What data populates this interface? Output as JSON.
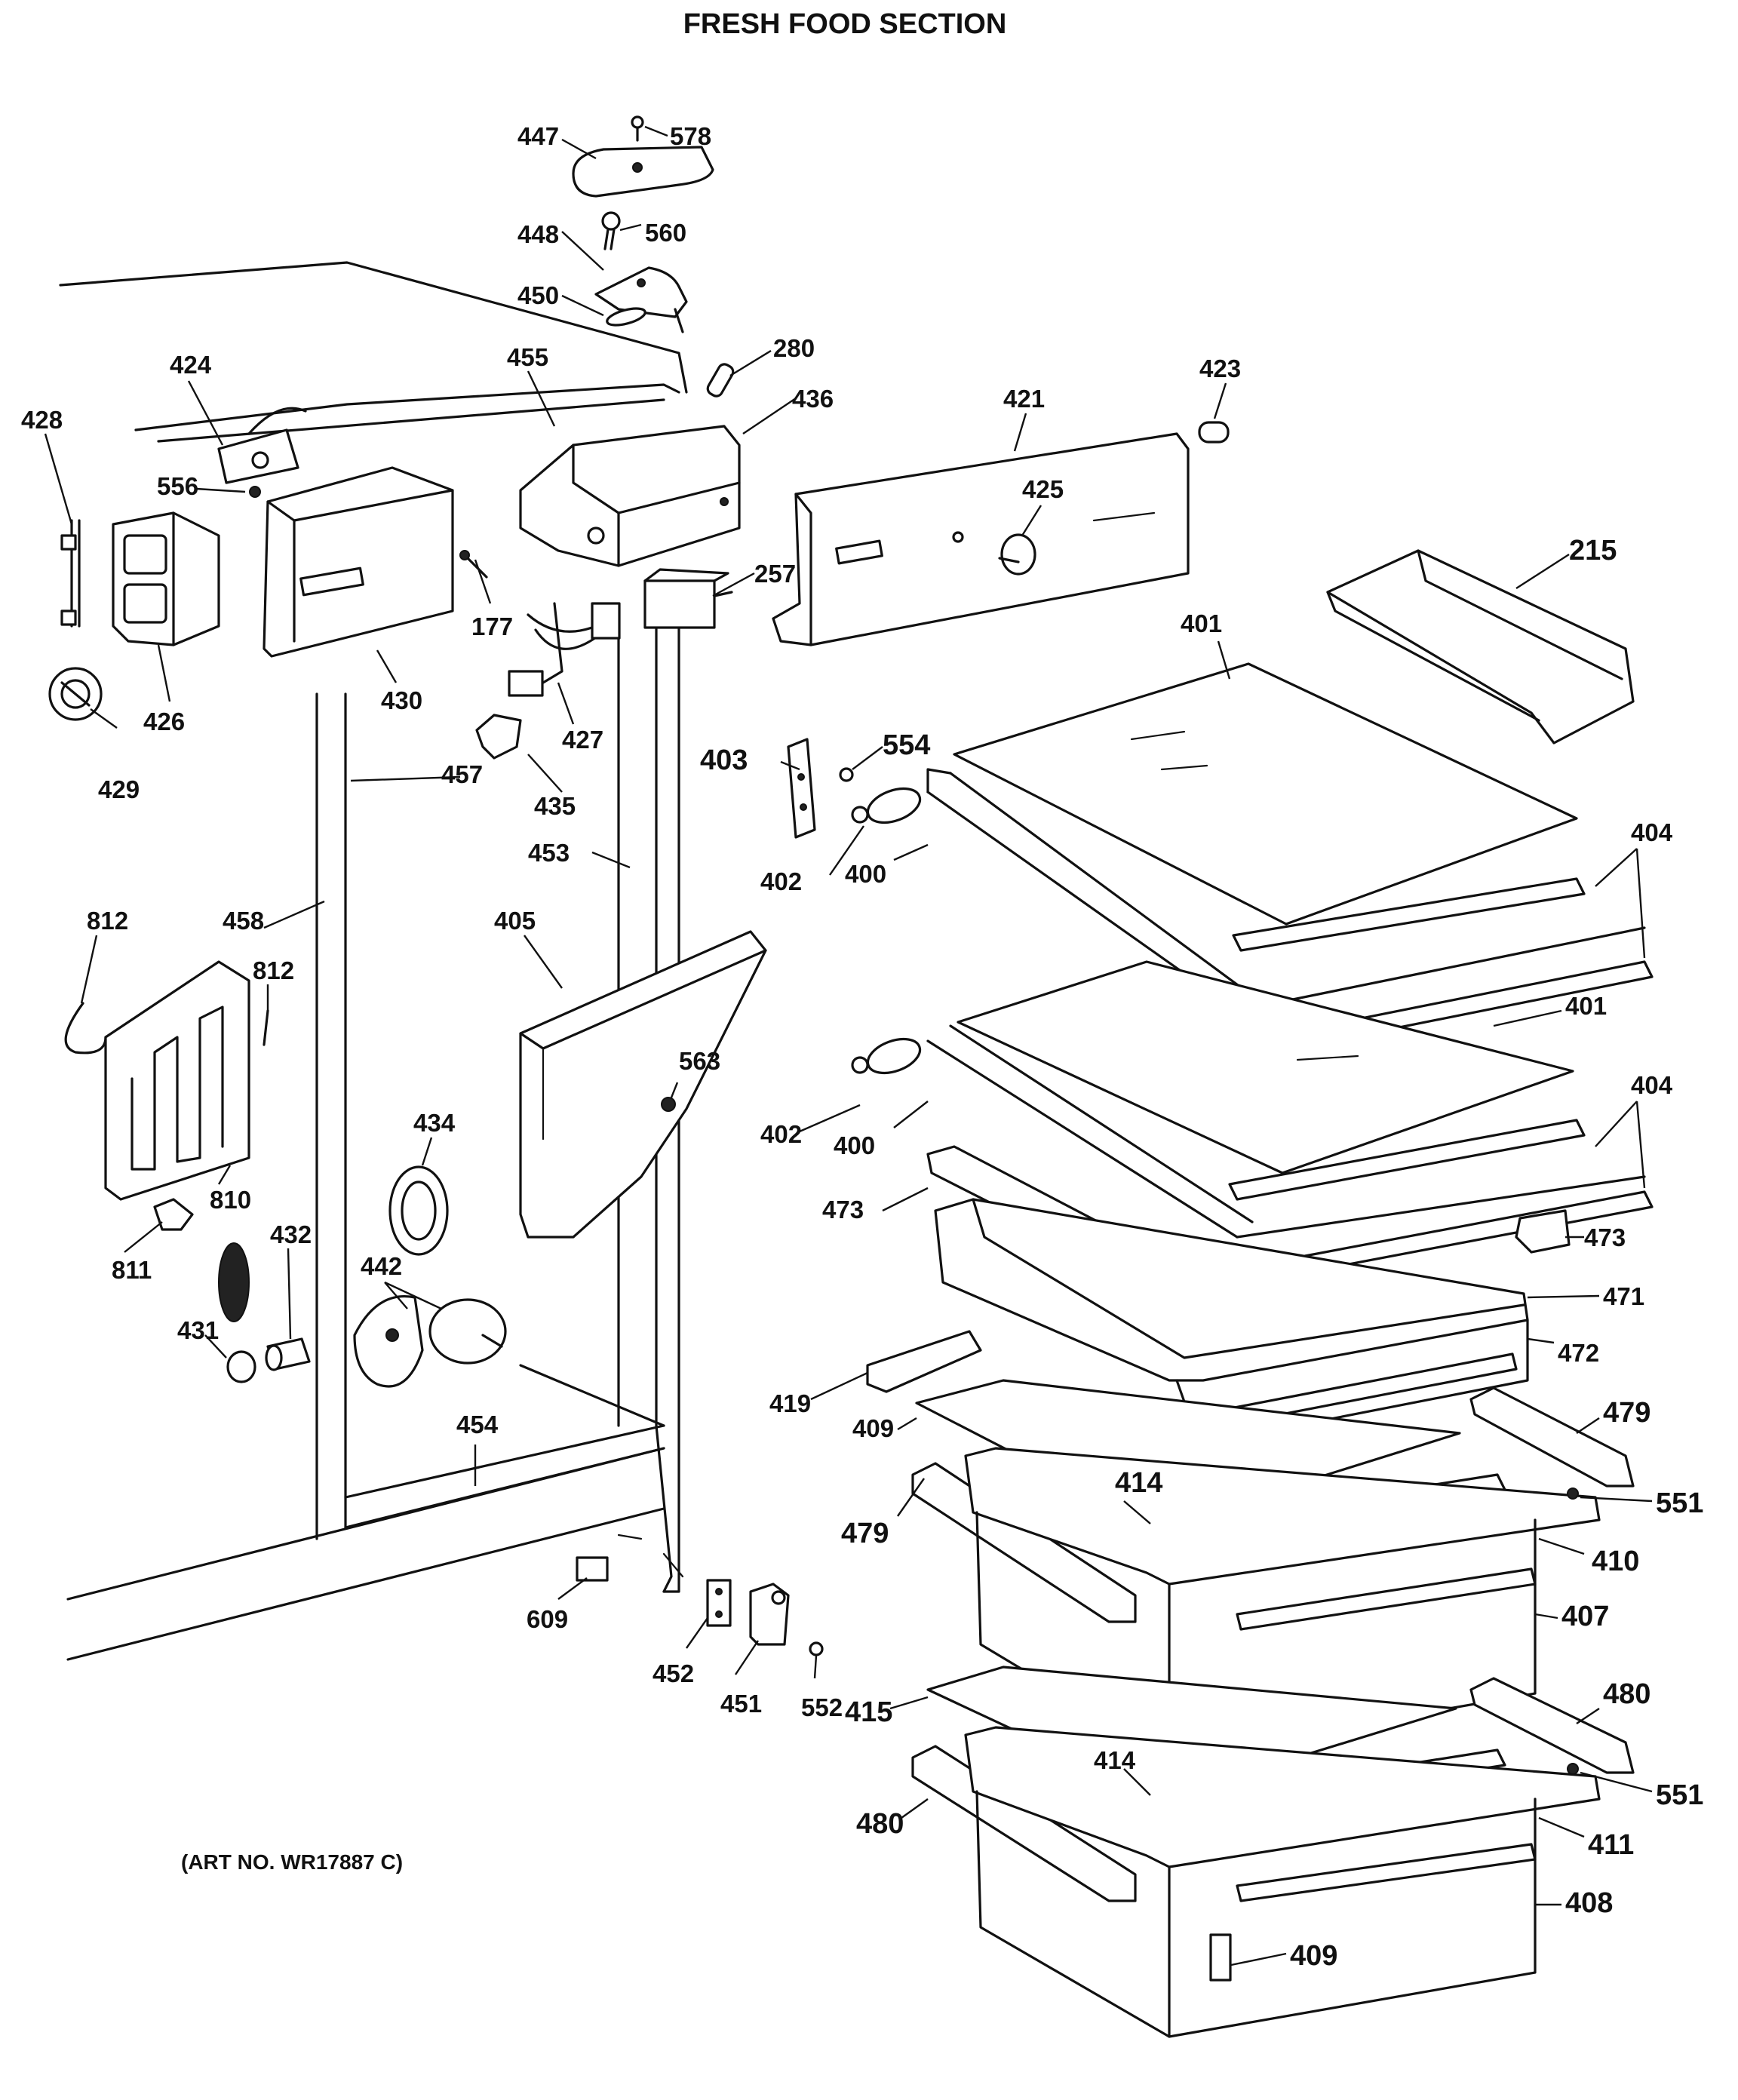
{
  "header": {
    "title": "FRESH FOOD SECTION"
  },
  "footer": {
    "art_number": "(ART NO. WR17887 C)"
  },
  "callouts": [
    {
      "id": "c447",
      "text": "447"
    },
    {
      "id": "c578",
      "text": "578"
    },
    {
      "id": "c448",
      "text": "448"
    },
    {
      "id": "c560",
      "text": "560"
    },
    {
      "id": "c450",
      "text": "450"
    },
    {
      "id": "c280",
      "text": "280"
    },
    {
      "id": "c455",
      "text": "455"
    },
    {
      "id": "c436",
      "text": "436"
    },
    {
      "id": "c421",
      "text": "421"
    },
    {
      "id": "c423",
      "text": "423"
    },
    {
      "id": "c425",
      "text": "425"
    },
    {
      "id": "c424",
      "text": "424"
    },
    {
      "id": "c428",
      "text": "428"
    },
    {
      "id": "c556",
      "text": "556"
    },
    {
      "id": "c177",
      "text": "177"
    },
    {
      "id": "c257",
      "text": "257"
    },
    {
      "id": "c215",
      "text": "215"
    },
    {
      "id": "c401a",
      "text": "401"
    },
    {
      "id": "c426",
      "text": "426"
    },
    {
      "id": "c430",
      "text": "430"
    },
    {
      "id": "c427",
      "text": "427"
    },
    {
      "id": "c429",
      "text": "429"
    },
    {
      "id": "c457",
      "text": "457"
    },
    {
      "id": "c435",
      "text": "435"
    },
    {
      "id": "c403",
      "text": "403"
    },
    {
      "id": "c554",
      "text": "554"
    },
    {
      "id": "c453",
      "text": "453"
    },
    {
      "id": "c404a",
      "text": "404"
    },
    {
      "id": "c402a",
      "text": "402"
    },
    {
      "id": "c400a",
      "text": "400"
    },
    {
      "id": "c812a",
      "text": "812"
    },
    {
      "id": "c458",
      "text": "458"
    },
    {
      "id": "c405",
      "text": "405"
    },
    {
      "id": "c812b",
      "text": "812"
    },
    {
      "id": "c401b",
      "text": "401"
    },
    {
      "id": "c563",
      "text": "563"
    },
    {
      "id": "c404b",
      "text": "404"
    },
    {
      "id": "c434",
      "text": "434"
    },
    {
      "id": "c402b",
      "text": "402"
    },
    {
      "id": "c400b",
      "text": "400"
    },
    {
      "id": "c810",
      "text": "810"
    },
    {
      "id": "c473a",
      "text": "473"
    },
    {
      "id": "c473b",
      "text": "473"
    },
    {
      "id": "c811",
      "text": "811"
    },
    {
      "id": "c432",
      "text": "432"
    },
    {
      "id": "c442",
      "text": "442"
    },
    {
      "id": "c471",
      "text": "471"
    },
    {
      "id": "c472",
      "text": "472"
    },
    {
      "id": "c431",
      "text": "431"
    },
    {
      "id": "c419",
      "text": "419"
    },
    {
      "id": "c479a",
      "text": "479"
    },
    {
      "id": "c409a",
      "text": "409"
    },
    {
      "id": "c454",
      "text": "454"
    },
    {
      "id": "c414a",
      "text": "414"
    },
    {
      "id": "c551a",
      "text": "551"
    },
    {
      "id": "c479b",
      "text": "479"
    },
    {
      "id": "c410",
      "text": "410"
    },
    {
      "id": "c407",
      "text": "407"
    },
    {
      "id": "c609",
      "text": "609"
    },
    {
      "id": "c452",
      "text": "452"
    },
    {
      "id": "c451",
      "text": "451"
    },
    {
      "id": "c552",
      "text": "552"
    },
    {
      "id": "c415",
      "text": "415"
    },
    {
      "id": "c480a",
      "text": "480"
    },
    {
      "id": "c414b",
      "text": "414"
    },
    {
      "id": "c551b",
      "text": "551"
    },
    {
      "id": "c480b",
      "text": "480"
    },
    {
      "id": "c411",
      "text": "411"
    },
    {
      "id": "c408",
      "text": "408"
    },
    {
      "id": "c409b",
      "text": "409"
    }
  ]
}
